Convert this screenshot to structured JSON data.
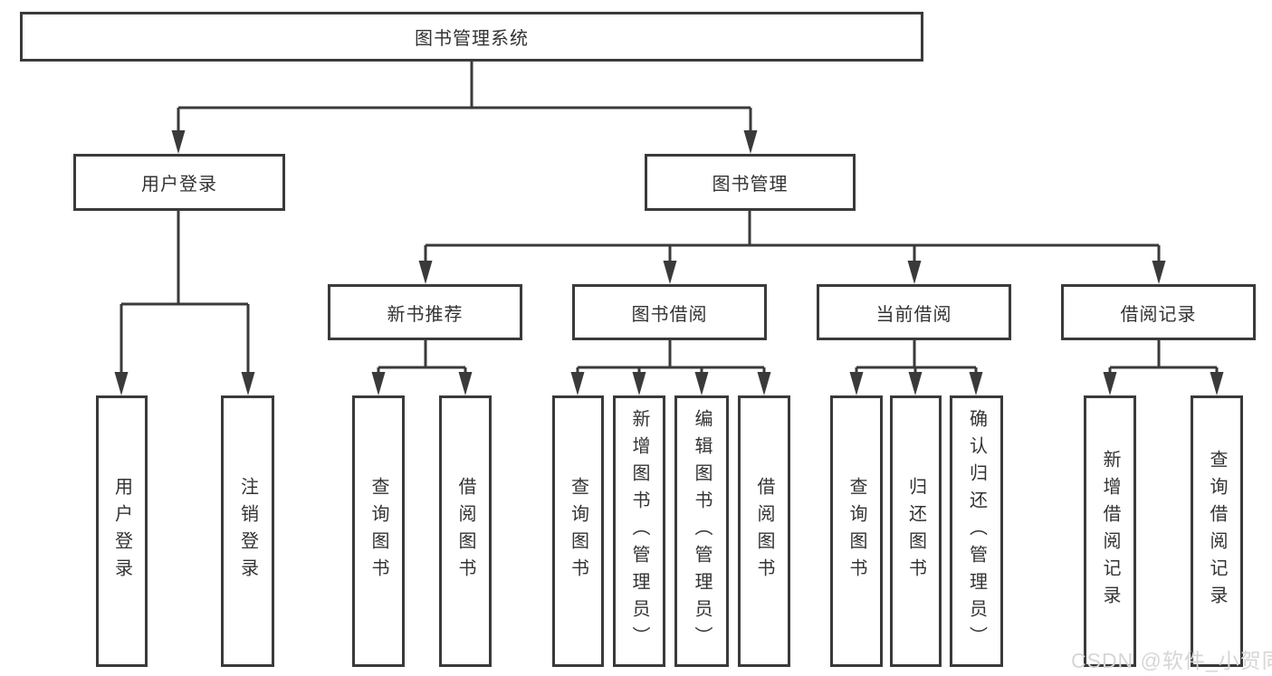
{
  "diagram_type": "hierarchy-tree",
  "colors": {
    "line": "#3a3a3a",
    "box_border": "#3a3a3a",
    "text": "#333333",
    "background": "#ffffff",
    "watermark": "#d6d6d6"
  },
  "tree": {
    "label": "图书管理系统",
    "children": [
      {
        "label": "用户登录",
        "children": [
          {
            "label": "用户登录"
          },
          {
            "label": "注销登录"
          }
        ]
      },
      {
        "label": "图书管理",
        "children": [
          {
            "label": "新书推荐",
            "children": [
              {
                "label": "查询图书"
              },
              {
                "label": "借阅图书"
              }
            ]
          },
          {
            "label": "图书借阅",
            "children": [
              {
                "label": "查询图书"
              },
              {
                "label": "新增图书（管理员）"
              },
              {
                "label": "编辑图书（管理员）"
              },
              {
                "label": "借阅图书"
              }
            ]
          },
          {
            "label": "当前借阅",
            "children": [
              {
                "label": "查询图书"
              },
              {
                "label": "归还图书"
              },
              {
                "label": "确认归还（管理员）"
              }
            ]
          },
          {
            "label": "借阅记录",
            "children": [
              {
                "label": "新增借阅记录"
              },
              {
                "label": "查询借阅记录"
              }
            ]
          }
        ]
      }
    ]
  },
  "watermark": {
    "text": "CSDN @软件_小贺同学"
  }
}
